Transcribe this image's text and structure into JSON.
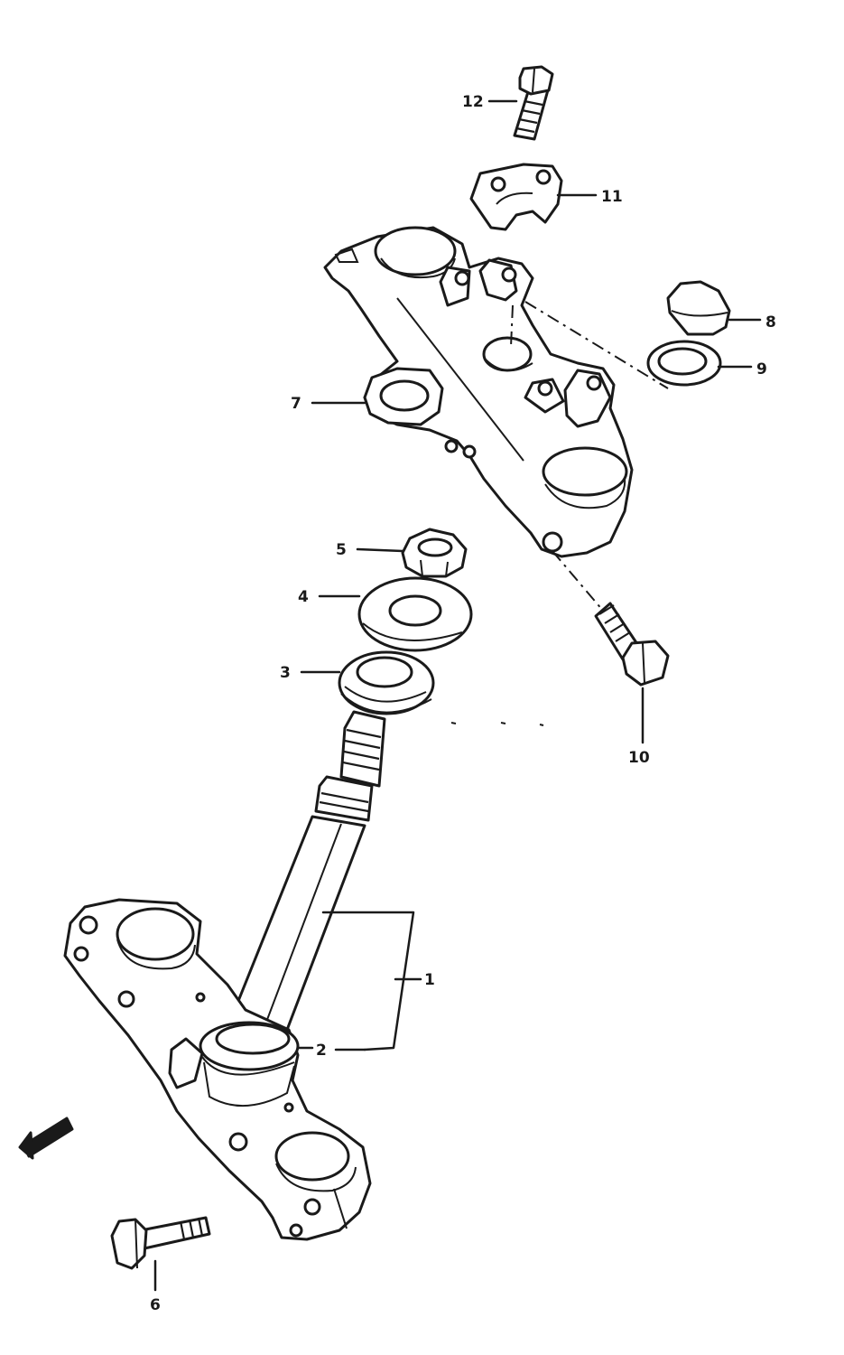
{
  "diagram": {
    "parts": [
      {
        "number": "1",
        "name": "steering-stem-assembly"
      },
      {
        "number": "2",
        "name": "stem-bearing-seal"
      },
      {
        "number": "3",
        "name": "upper-bearing"
      },
      {
        "number": "4",
        "name": "washer"
      },
      {
        "number": "5",
        "name": "stem-nut"
      },
      {
        "number": "6",
        "name": "lower-clamp-bolt"
      },
      {
        "number": "7",
        "name": "upper-bracket"
      },
      {
        "number": "8",
        "name": "cap-nut"
      },
      {
        "number": "9",
        "name": "washer-small"
      },
      {
        "number": "10",
        "name": "upper-clamp-bolt"
      },
      {
        "number": "11",
        "name": "handlebar-holder"
      },
      {
        "number": "12",
        "name": "holder-bolt"
      }
    ],
    "colors": {
      "line": "#1a1a1a",
      "background": "#ffffff"
    }
  }
}
